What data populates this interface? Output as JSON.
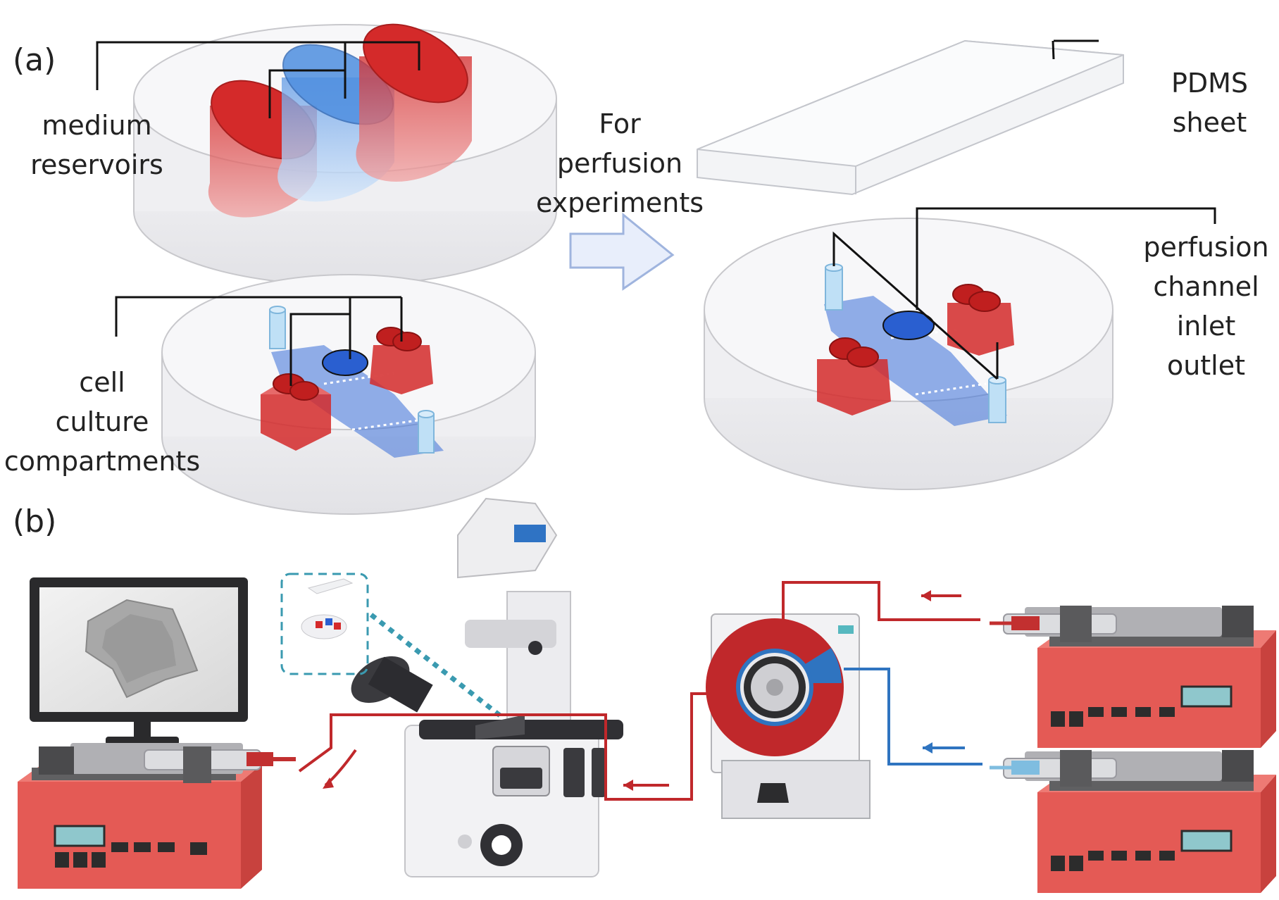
{
  "panels": {
    "a": "(a)",
    "b": "(b)"
  },
  "labels": {
    "medium_reservoirs": [
      "medium",
      "reservoirs"
    ],
    "cell_culture": [
      "cell",
      "culture",
      "compartments"
    ],
    "perfusion_arrow": [
      "For",
      "perfusion",
      "experiments"
    ],
    "pdms_sheet": [
      "PDMS",
      "sheet"
    ],
    "perfusion_channel": [
      "perfusion",
      "channel",
      "inlet",
      "outlet"
    ]
  },
  "colors": {
    "reservoir_red": "#d42a2a",
    "channel_blue": "#3b6fd8",
    "tubing_red": "#c0282b",
    "tubing_blue": "#2f74c0",
    "pump_body": "#e45a55",
    "arrow_fill": "#e8eefb",
    "arrow_stroke": "#9fb4de",
    "inset_border": "#3a9ab0"
  }
}
